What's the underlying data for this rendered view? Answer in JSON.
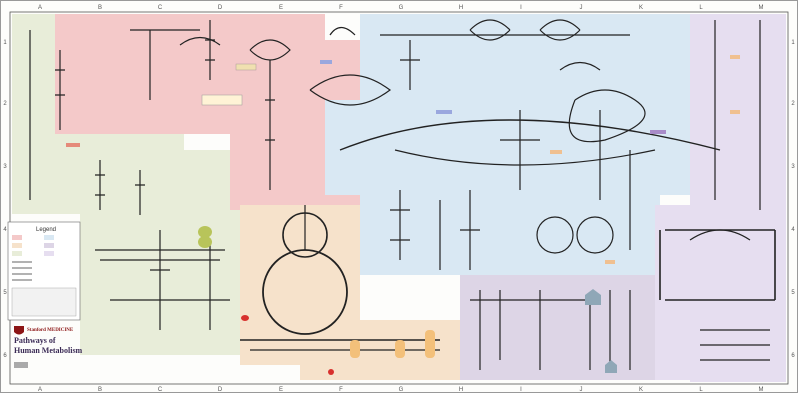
{
  "grid": {
    "columns": [
      "A",
      "B",
      "C",
      "D",
      "E",
      "F",
      "G",
      "H",
      "I",
      "J",
      "K",
      "L",
      "M"
    ],
    "rows": [
      "1",
      "2",
      "3",
      "4",
      "5",
      "6"
    ]
  },
  "legend": {
    "title": "Legend"
  },
  "branding": {
    "org": "Stanford MEDICINE",
    "title_line1": "Pathways of",
    "title_line2": "Human Metabolism"
  },
  "colors": {
    "pink_region": "#f4c9c9",
    "blue_region": "#d9e8f3",
    "green_region": "#e8edd9",
    "orange_region": "#f6e2cb",
    "purple_region": "#ddd5e6",
    "lavender_region": "#e6def0",
    "line": "#222222",
    "frame": "#444444",
    "stanford_red": "#8c1515"
  },
  "regions": [
    {
      "key": "carbohydrate",
      "color": "pink_region"
    },
    {
      "key": "lipid",
      "color": "blue_region"
    },
    {
      "key": "amino_acid",
      "color": "green_region"
    },
    {
      "key": "energy",
      "color": "orange_region"
    },
    {
      "key": "nucleotide",
      "color": "purple_region"
    },
    {
      "key": "cofactor",
      "color": "lavender_region"
    }
  ]
}
